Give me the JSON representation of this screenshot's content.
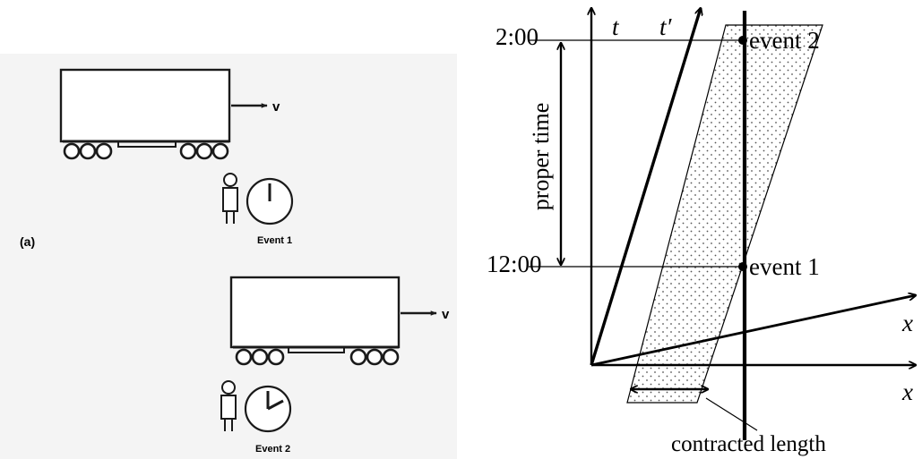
{
  "left_panel": {
    "panel_label": "(a)",
    "velocity_label": "v",
    "event_1_label": "Event 1",
    "event_2_label": "Event 2"
  },
  "spacetime": {
    "time_axis_label": "t",
    "moving_time_axis_label": "t′",
    "space_axis_label": "x",
    "moving_space_axis_label": "x",
    "tick_2": "2:00",
    "tick_12": "12:00",
    "proper_time_label": "proper time",
    "event_1": "event 1",
    "event_2": "event 2",
    "contracted_length_label": "contracted length"
  },
  "colors": {
    "ink": "#000000",
    "photo_ink": "#1a1a1a",
    "paper": "#ffffff",
    "photo_bg": "#f4f4f4"
  }
}
